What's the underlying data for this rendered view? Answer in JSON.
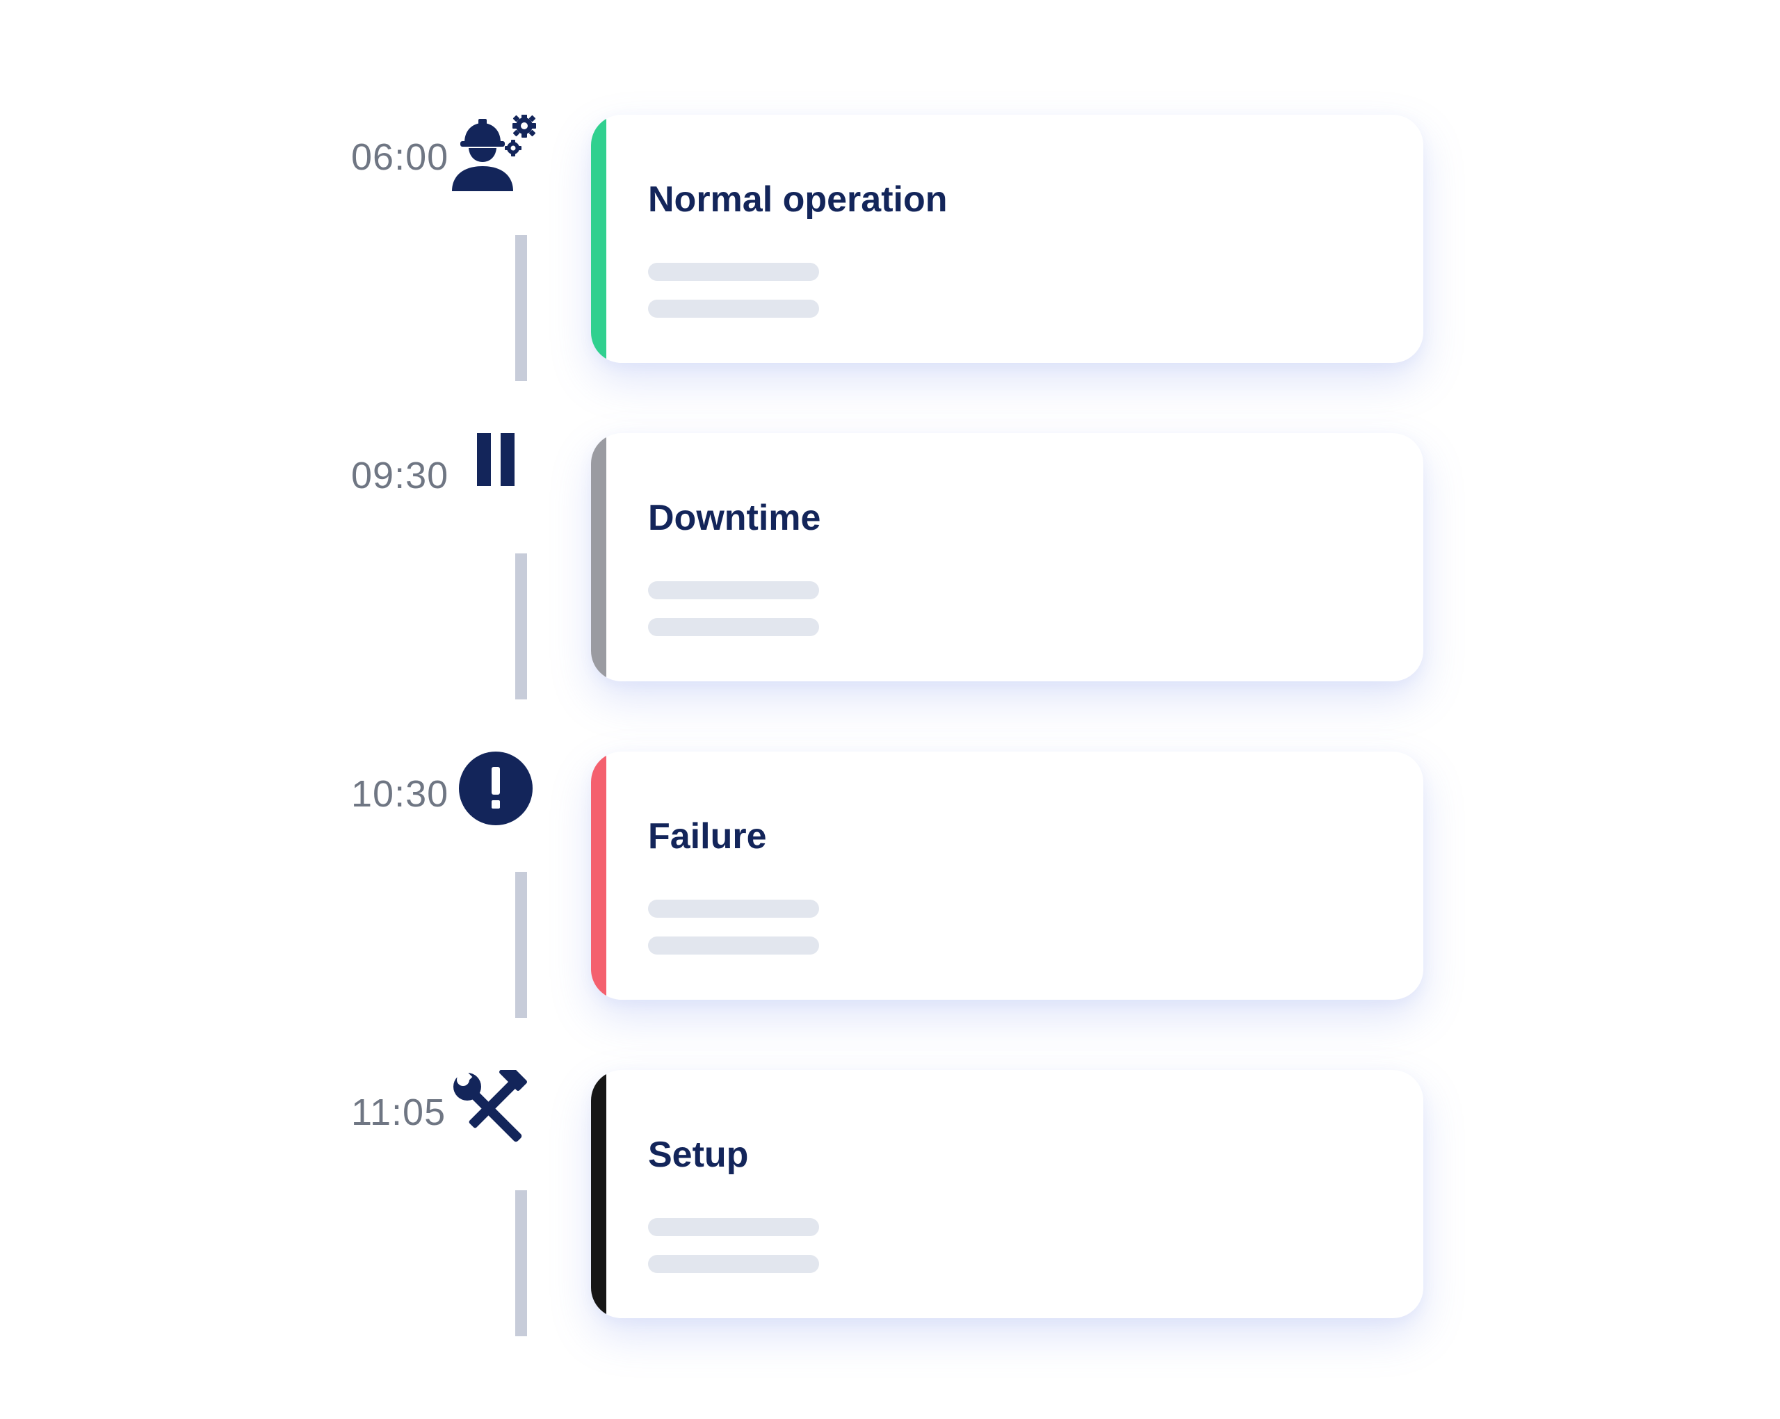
{
  "entries": [
    {
      "time": "06:00",
      "title": "Normal operation",
      "icon": "worker-gears-icon",
      "accent_color": "#30d08f"
    },
    {
      "time": "09:30",
      "title": "Downtime",
      "icon": "pause-icon",
      "accent_color": "#9a9ba1"
    },
    {
      "time": "10:30",
      "title": "Failure",
      "icon": "alert-circle-icon",
      "accent_color": "#f4606e"
    },
    {
      "time": "11:05",
      "title": "Setup",
      "icon": "tools-icon",
      "accent_color": "#161616"
    }
  ],
  "colors": {
    "icon": "#13255a",
    "title": "#13255a",
    "time": "#6f7683",
    "connector": "#c7ccd9",
    "skeleton": "#e2e6ee"
  }
}
